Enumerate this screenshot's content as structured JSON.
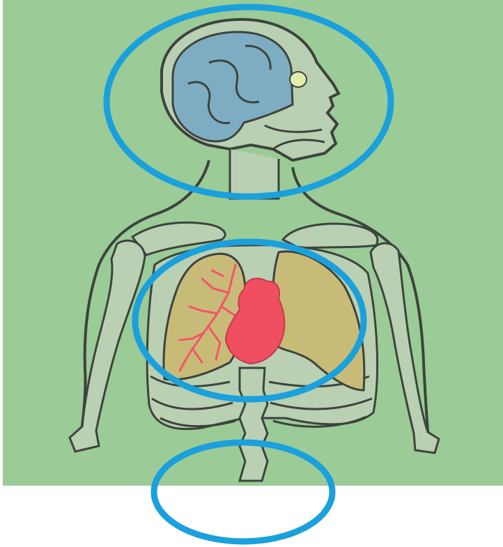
{
  "colors": {
    "page_background": "#ffffff",
    "panel_background": "#9bcb96",
    "skeleton_fill": "#b9d0b2",
    "skeleton_outline": "#3d433d",
    "brain": "#7eadc3",
    "eye": "#e3eeaa",
    "lungs": "#c8bb78",
    "heart": "#ef4f61",
    "vessels": "#f2556a",
    "highlight_ring": "#1aa0dc"
  },
  "highlight_rings": [
    {
      "region": "head"
    },
    {
      "region": "chest"
    },
    {
      "region": "below-spine"
    }
  ]
}
